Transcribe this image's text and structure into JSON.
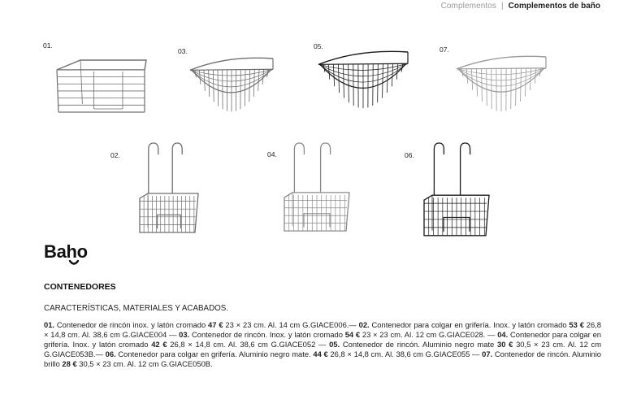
{
  "header": {
    "section": "Complementos",
    "separator": "|",
    "title": "Complementos de baño"
  },
  "brand": {
    "name": "Baho"
  },
  "products": [
    {
      "number": "01.",
      "style": "chrome",
      "type": "corner-rect"
    },
    {
      "number": "03.",
      "style": "chrome",
      "type": "corner-round"
    },
    {
      "number": "05.",
      "style": "black",
      "type": "corner-round"
    },
    {
      "number": "07.",
      "style": "aluminium",
      "type": "corner-round"
    },
    {
      "number": "02.",
      "style": "chrome",
      "type": "hanging"
    },
    {
      "number": "04.",
      "style": "stainless",
      "type": "hanging"
    },
    {
      "number": "06.",
      "style": "black",
      "type": "hanging"
    }
  ],
  "section_title": "CONTENEDORES",
  "subtitle": "CARACTERÍSTICAS, MATERIALES Y ACABADOS.",
  "description": [
    {
      "t": "01.",
      "b": true
    },
    {
      "t": " Contenedor de rincón inox. y latón cromado "
    },
    {
      "t": "47 €",
      "b": true
    },
    {
      "t": " 23 × 23 cm. Al. 14 cm G.GIACE006.— "
    },
    {
      "t": "02.",
      "b": true
    },
    {
      "t": " Contenedor para colgar en grifería. Inox. y latón cromado "
    },
    {
      "t": "53 €",
      "b": true
    },
    {
      "t": " 26,8 × 14,8 cm. Al. 38,6 cm G.GIACE004 — "
    },
    {
      "t": "03.",
      "b": true
    },
    {
      "t": " Contenedor de rincón. Inox. y latón cromado "
    },
    {
      "t": "54 €",
      "b": true
    },
    {
      "t": " 23 × 23 cm. Al. 12 cm G.GIACE028. — "
    },
    {
      "t": "04.",
      "b": true
    },
    {
      "t": " Contenedor para colgar en grifería. Inox. y latón cromado "
    },
    {
      "t": "42 €",
      "b": true
    },
    {
      "t": " 26,8 × 14,8 cm. Al. 38,6 cm G.GIACE052 — "
    },
    {
      "t": "05.",
      "b": true
    },
    {
      "t": " Contenedor de rincón. Aluminio negro mate "
    },
    {
      "t": "30 €",
      "b": true
    },
    {
      "t": " 30,5 × 23 cm. Al. 12 cm G.GIACE053B.— "
    },
    {
      "t": "06.",
      "b": true
    },
    {
      "t": " Contenedor para colgar en grifería.  Aluminio negro mate. "
    },
    {
      "t": "44 €",
      "b": true
    },
    {
      "t": " 26,8 × 14,8 cm. Al. 38,6 cm G.GIACE055 — "
    },
    {
      "t": "07.",
      "b": true
    },
    {
      "t": " Contenedor de rincón. Aluminio brillo "
    },
    {
      "t": "28 €",
      "b": true
    },
    {
      "t": " 30,5 × 23 cm. Al. 12 cm G.GIACE050B."
    }
  ],
  "colors": {
    "chrome": "#6f6f6f",
    "stainless": "#8a8a8a",
    "aluminium": "#9a9a9a",
    "black": "#1a1a1a"
  }
}
